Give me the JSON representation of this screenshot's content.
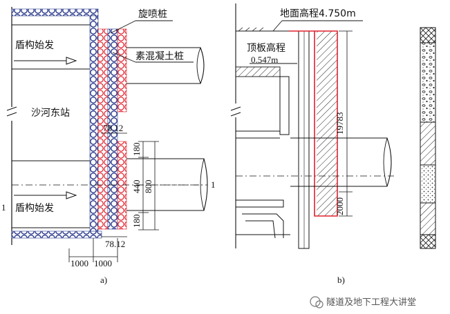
{
  "figure_a": {
    "label_jet_pile": "旋喷桩",
    "label_plain_concrete_pile": "素混凝土桩",
    "label_shield_start_top": "盾构始发",
    "label_shield_start_bottom": "盾构始发",
    "label_station": "沙河东站",
    "dim_78_top": "78.12",
    "dim_78_bottom": "78.12",
    "dim_180_top": "180",
    "dim_440": "440",
    "dim_800": "800",
    "dim_180_bottom": "180",
    "dim_1000_left": "1000",
    "dim_1000_right": "1000",
    "section_mark_left": "1",
    "section_mark_right": "1",
    "caption": "a)"
  },
  "figure_b": {
    "label_ground_elev": "地面高程4.750m",
    "label_roof_elev_1": "顶板高程",
    "label_roof_elev_2": "0.547m",
    "dim_19783": "19783",
    "dim_2000": "2000",
    "caption": "b)"
  },
  "watermark": {
    "text": "隧道及地下工程大讲堂"
  },
  "colors": {
    "pile_red": "#e0202a",
    "pile_blue": "#2a3a8c",
    "line": "#111111"
  }
}
